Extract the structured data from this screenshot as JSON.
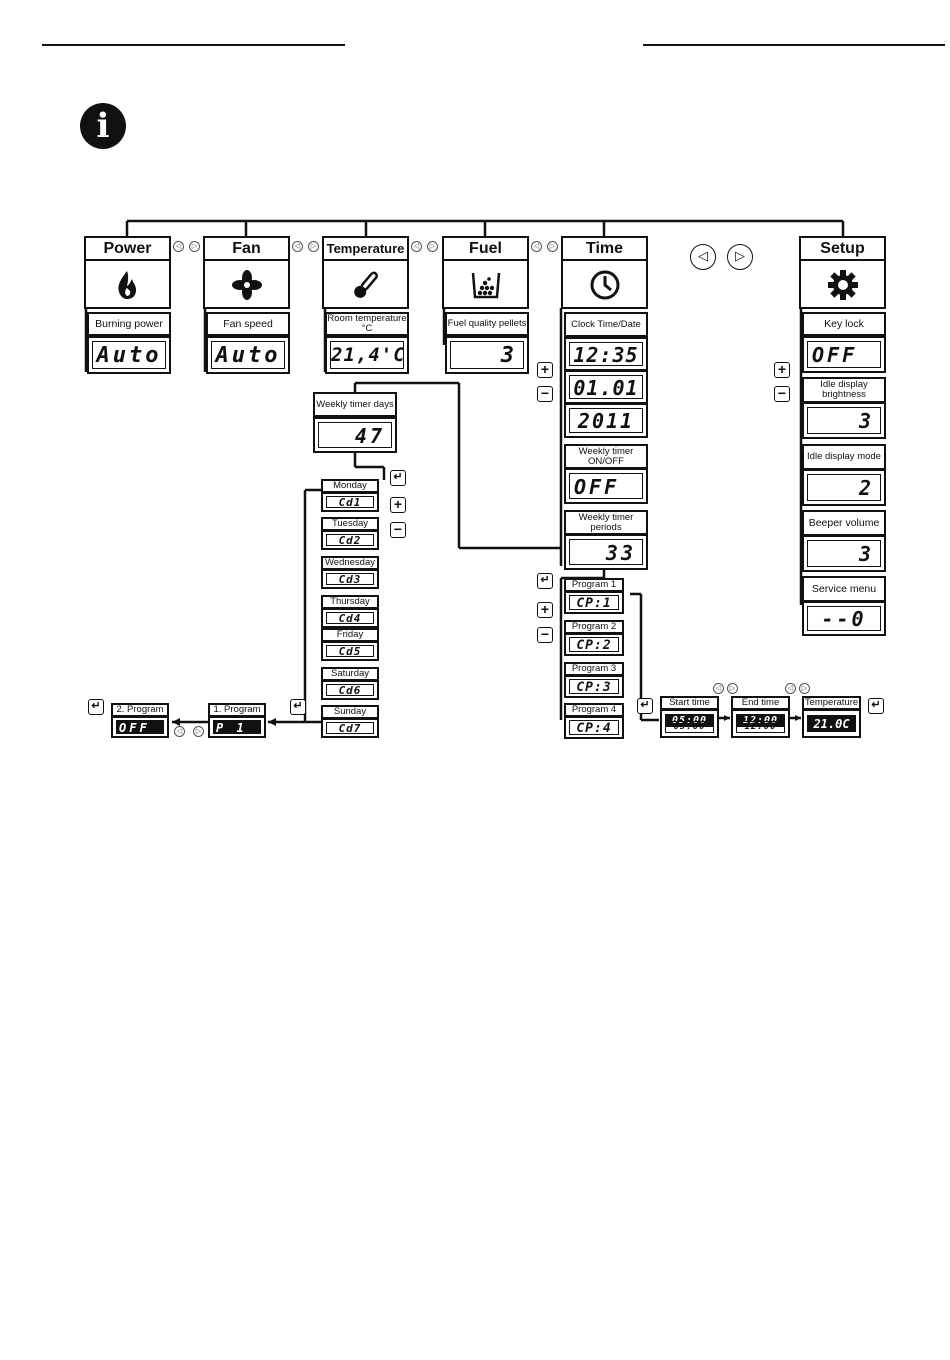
{
  "header_rules": true,
  "info_icon": "info-icon",
  "menu": {
    "power": {
      "title": "Power",
      "icon": "flame-icon",
      "label": "Burning power",
      "display": "Auto"
    },
    "fan": {
      "title": "Fan",
      "icon": "fan-icon",
      "label": "Fan speed",
      "display": "Auto"
    },
    "temperature": {
      "title": "Temperature",
      "icon": "thermometer-icon",
      "label": "Room temperature °C",
      "display": "21,4'C"
    },
    "fuel": {
      "title": "Fuel",
      "icon": "pellets-icon",
      "label": "Fuel quality pellets",
      "display": "3"
    },
    "time": {
      "title": "Time",
      "icon": "clock-icon"
    },
    "setup": {
      "title": "Setup",
      "icon": "gear-icon"
    }
  },
  "time_menu": {
    "clock_label": "Clock Time/Date",
    "clock_values": [
      "12:35",
      "01.01",
      "2011"
    ],
    "weekly_onoff_label": "Weekly timer ON/OFF",
    "weekly_onoff_value": "OFF",
    "weekly_periods_label": "Weekly timer periods",
    "weekly_periods_value": "33"
  },
  "weekly_days": {
    "label": "Weekly timer days",
    "value": "47",
    "days": [
      {
        "name": "Monday",
        "code": "Cd1"
      },
      {
        "name": "Tuesday",
        "code": "Cd2"
      },
      {
        "name": "Wednesday",
        "code": "Cd3"
      },
      {
        "name": "Thursday",
        "code": "Cd4"
      },
      {
        "name": "Friday",
        "code": "Cd5"
      },
      {
        "name": "Saturday",
        "code": "Cd6"
      },
      {
        "name": "Sunday",
        "code": "Cd7"
      }
    ]
  },
  "day_programs": {
    "first": {
      "label": "1. Program",
      "value": "P 1"
    },
    "second": {
      "label": "2. Program",
      "value": "OFF"
    }
  },
  "programs": [
    {
      "label": "Program 1",
      "code": "CP:1"
    },
    {
      "label": "Program 2",
      "code": "CP:2"
    },
    {
      "label": "Program 3",
      "code": "CP:3"
    },
    {
      "label": "Program 4",
      "code": "CP:4"
    }
  ],
  "program_detail": {
    "start": {
      "label": "Start time",
      "top": "05:00",
      "bottom": "05:00"
    },
    "end": {
      "label": "End time",
      "top": "12:00",
      "bottom": "12:00"
    },
    "temp": {
      "label": "Temperature",
      "value": "21.0C"
    }
  },
  "setup_menu": [
    {
      "label": "Key lock",
      "value": "OFF"
    },
    {
      "label": "Idle display brightness",
      "value": "3"
    },
    {
      "label": "Idle display mode",
      "value": "2"
    },
    {
      "label": "Beeper volume",
      "value": "3"
    },
    {
      "label": "Service menu",
      "value": "--0"
    }
  ],
  "nav_symbols": {
    "left": "◁",
    "right": "▷",
    "plus": "+",
    "minus": "−",
    "enter": "↵"
  }
}
